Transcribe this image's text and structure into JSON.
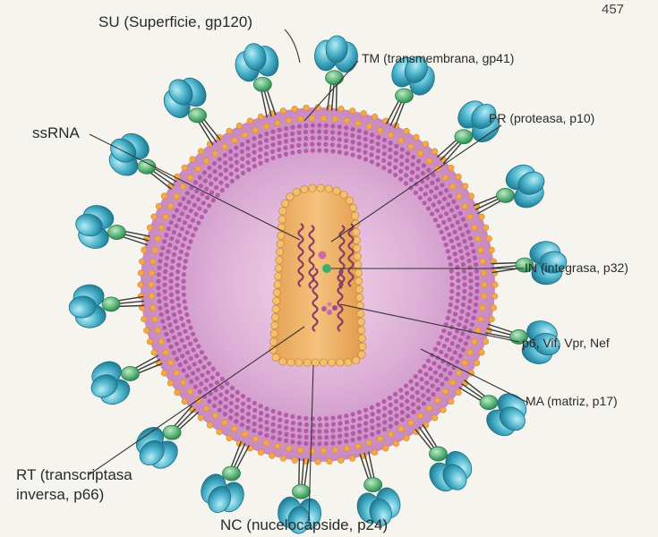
{
  "page_number": "457",
  "colors": {
    "page": "#f6f4ee",
    "envelope": "#d8b0d2",
    "matrix_dots": "#b04ea3",
    "lipid_head": "#f1a94a",
    "capsid": "#e9a858",
    "capsid_bead": "#f3c070",
    "glycoprotein_su": "#4fb4cc",
    "glycoprotein_tm": "#5fb77c",
    "rna": "#8a3a6e",
    "label_line": "#333333"
  },
  "labels": {
    "su": "SU (Superficie, gp120)",
    "tm": "TM (transmembrana, gp41)",
    "ssrna": "ssRNA",
    "pr": "PR (proteasa, p10)",
    "in": "IN (integrasa, p32)",
    "p6": "p6, Vif, Vpr, Nef",
    "ma": "MA (matriz, p17)",
    "rt_line1": "RT (transcriptasa",
    "rt_line2": "inversa, p66)",
    "nc": "NC (nucelocápside, p24)"
  }
}
